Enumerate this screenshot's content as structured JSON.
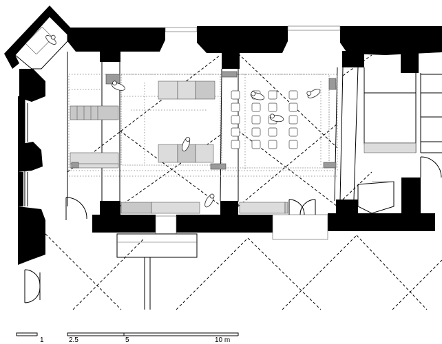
{
  "scale_bar": {
    "labels": [
      "1",
      "2.5",
      "5",
      "10 m"
    ]
  }
}
